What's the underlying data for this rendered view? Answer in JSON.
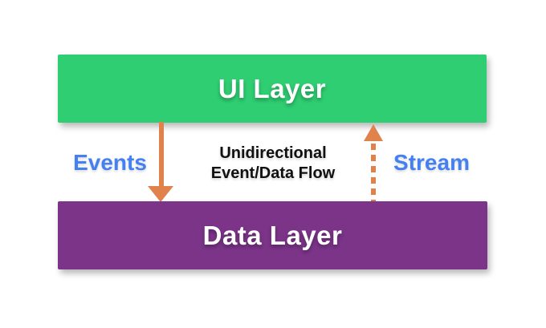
{
  "diagram": {
    "ui_layer": {
      "label": "UI Layer"
    },
    "data_layer": {
      "label": "Data Layer"
    },
    "events_label": "Events",
    "stream_label": "Stream",
    "flow_title": {
      "line1": "Unidirectional",
      "line2": "Event/Data Flow"
    },
    "colors": {
      "ui_layer_fill": "#2FCE72",
      "data_layer_fill": "#7B3488",
      "arrow_orange": "#E0824B",
      "label_blue": "#4480F2",
      "title_text": "#111111",
      "layer_text": "#FFFFFF",
      "background": "#FFFFFF"
    }
  }
}
